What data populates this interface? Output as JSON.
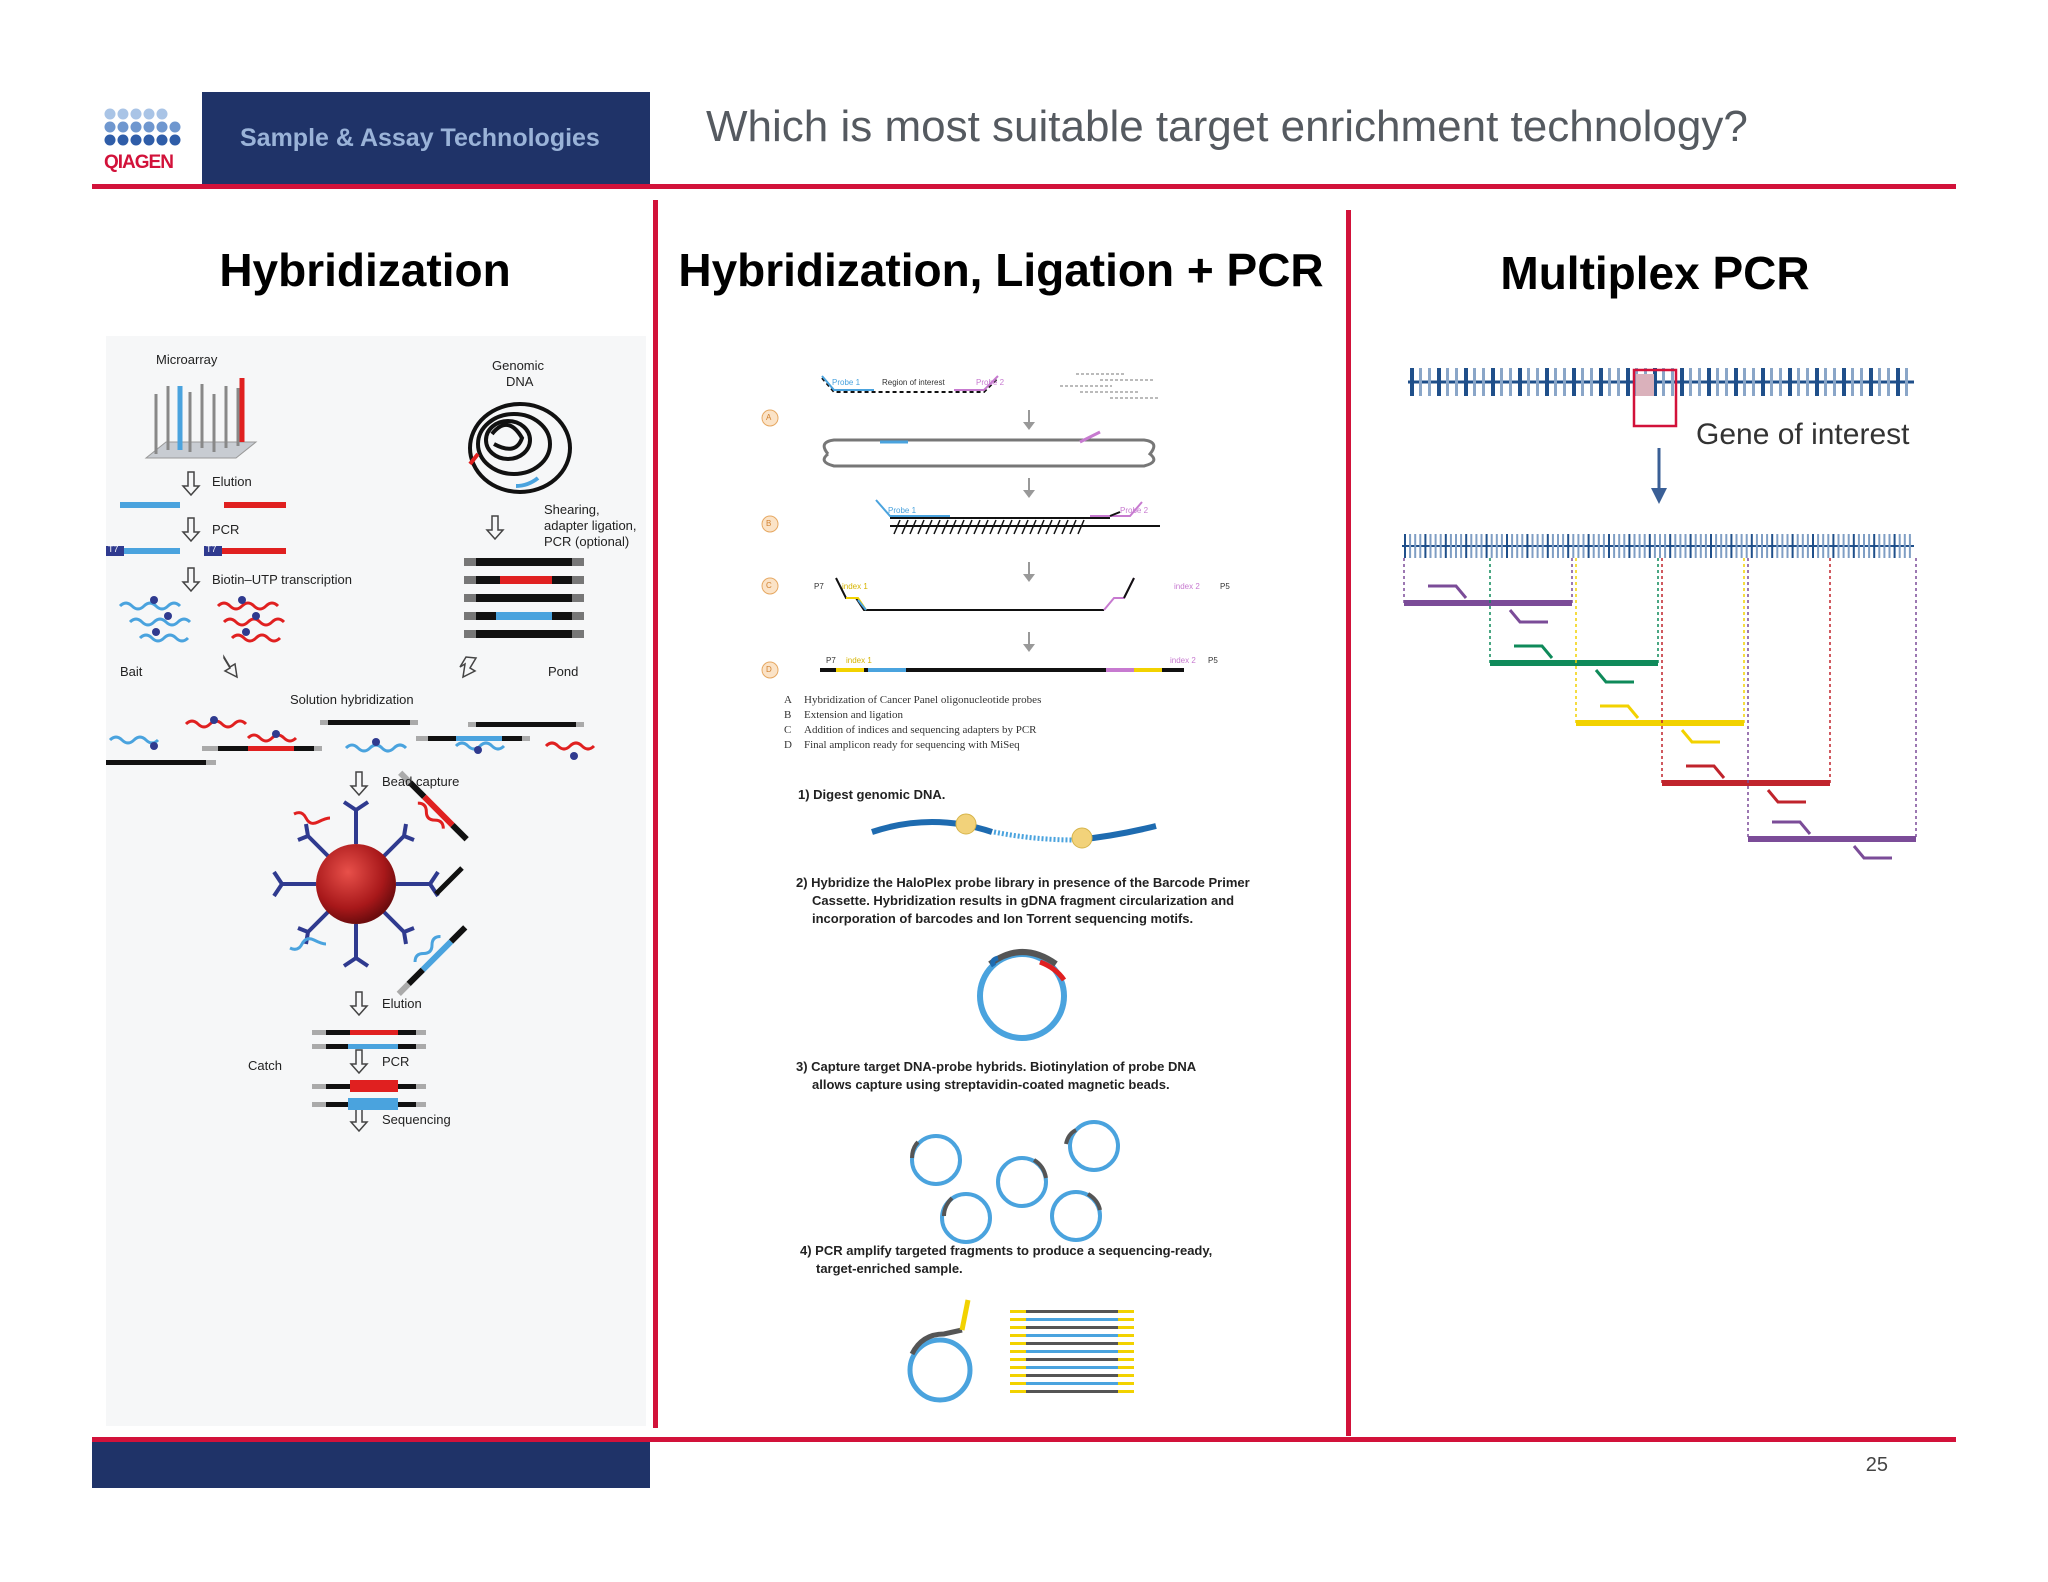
{
  "header": {
    "logo_text": "QIAGEN",
    "brand_label": "Sample & Assay Technologies",
    "title": "Which is most suitable target enrichment technology?"
  },
  "colors": {
    "navy": "#1f3368",
    "red": "#d2123a",
    "brand_text": "#9ab3d8",
    "probe_blue": "#4aa3de",
    "probe_red": "#e02020"
  },
  "columns": [
    {
      "title": "Hybridization",
      "labels": {
        "microarray": "Microarray",
        "elution_1": "Elution",
        "pcr_1": "PCR",
        "t7_a": "T7",
        "t7_b": "T7",
        "biotin": "Biotin–UTP transcription",
        "bait": "Bait",
        "genomic_dna_1": "Genomic",
        "genomic_dna_2": "DNA",
        "shearing_1": "Shearing,",
        "shearing_2": "adapter ligation,",
        "shearing_3": "PCR (optional)",
        "pond": "Pond",
        "solution_hybridization": "Solution hybridization",
        "bead_capture": "Bead capture",
        "elution_2": "Elution",
        "catch": "Catch",
        "pcr_2": "PCR",
        "sequencing": "Sequencing"
      }
    },
    {
      "title": "Hybridization, Ligation + PCR",
      "labels": {
        "probe1_a": "Probe 1",
        "region_of_interest": "Region of interest",
        "probe2_a": "Probe 2",
        "probe1_b": "Probe 1",
        "probe2_b": "Probe 2",
        "p7_a": "P7",
        "index1_a": "index 1",
        "index2_a": "index 2",
        "p5_a": "P5",
        "p7_b": "P7",
        "index1_b": "index 1",
        "index2_b": "index 2",
        "p5_b": "P5",
        "step_a": "A",
        "step_b": "B",
        "step_c": "C",
        "step_d": "D",
        "legend": [
          {
            "key": "A",
            "text": "Hybridization of Cancer Panel oligonucleotide probes"
          },
          {
            "key": "B",
            "text": "Extension and ligation"
          },
          {
            "key": "C",
            "text": "Addition of indices and sequencing adapters by PCR"
          },
          {
            "key": "D",
            "text": "Final amplicon ready for sequencing with MiSeq"
          }
        ],
        "step1": "1) Digest genomic DNA.",
        "step2_l1": "2) Hybridize the HaloPlex probe library in presence of the Barcode Primer",
        "step2_l2": "Cassette. Hybridization results in gDNA fragment circularization and",
        "step2_l3": "incorporation of barcodes and Ion Torrent sequencing motifs.",
        "step3_l1": "3) Capture target DNA-probe hybrids. Biotinylation of probe DNA",
        "step3_l2": "allows capture using streptavidin-coated magnetic beads.",
        "step4_l1": "4) PCR amplify targeted fragments to produce a sequencing-ready,",
        "step4_l2": "target-enriched sample."
      }
    },
    {
      "title": "Multiplex PCR",
      "labels": {
        "gene_of_interest": "Gene of interest"
      },
      "amplicon_colors": [
        "#7b4c98",
        "#0f8a5a",
        "#f2d200",
        "#c0242c",
        "#7b4c98"
      ]
    }
  ],
  "footer": {
    "page_number": "25"
  }
}
